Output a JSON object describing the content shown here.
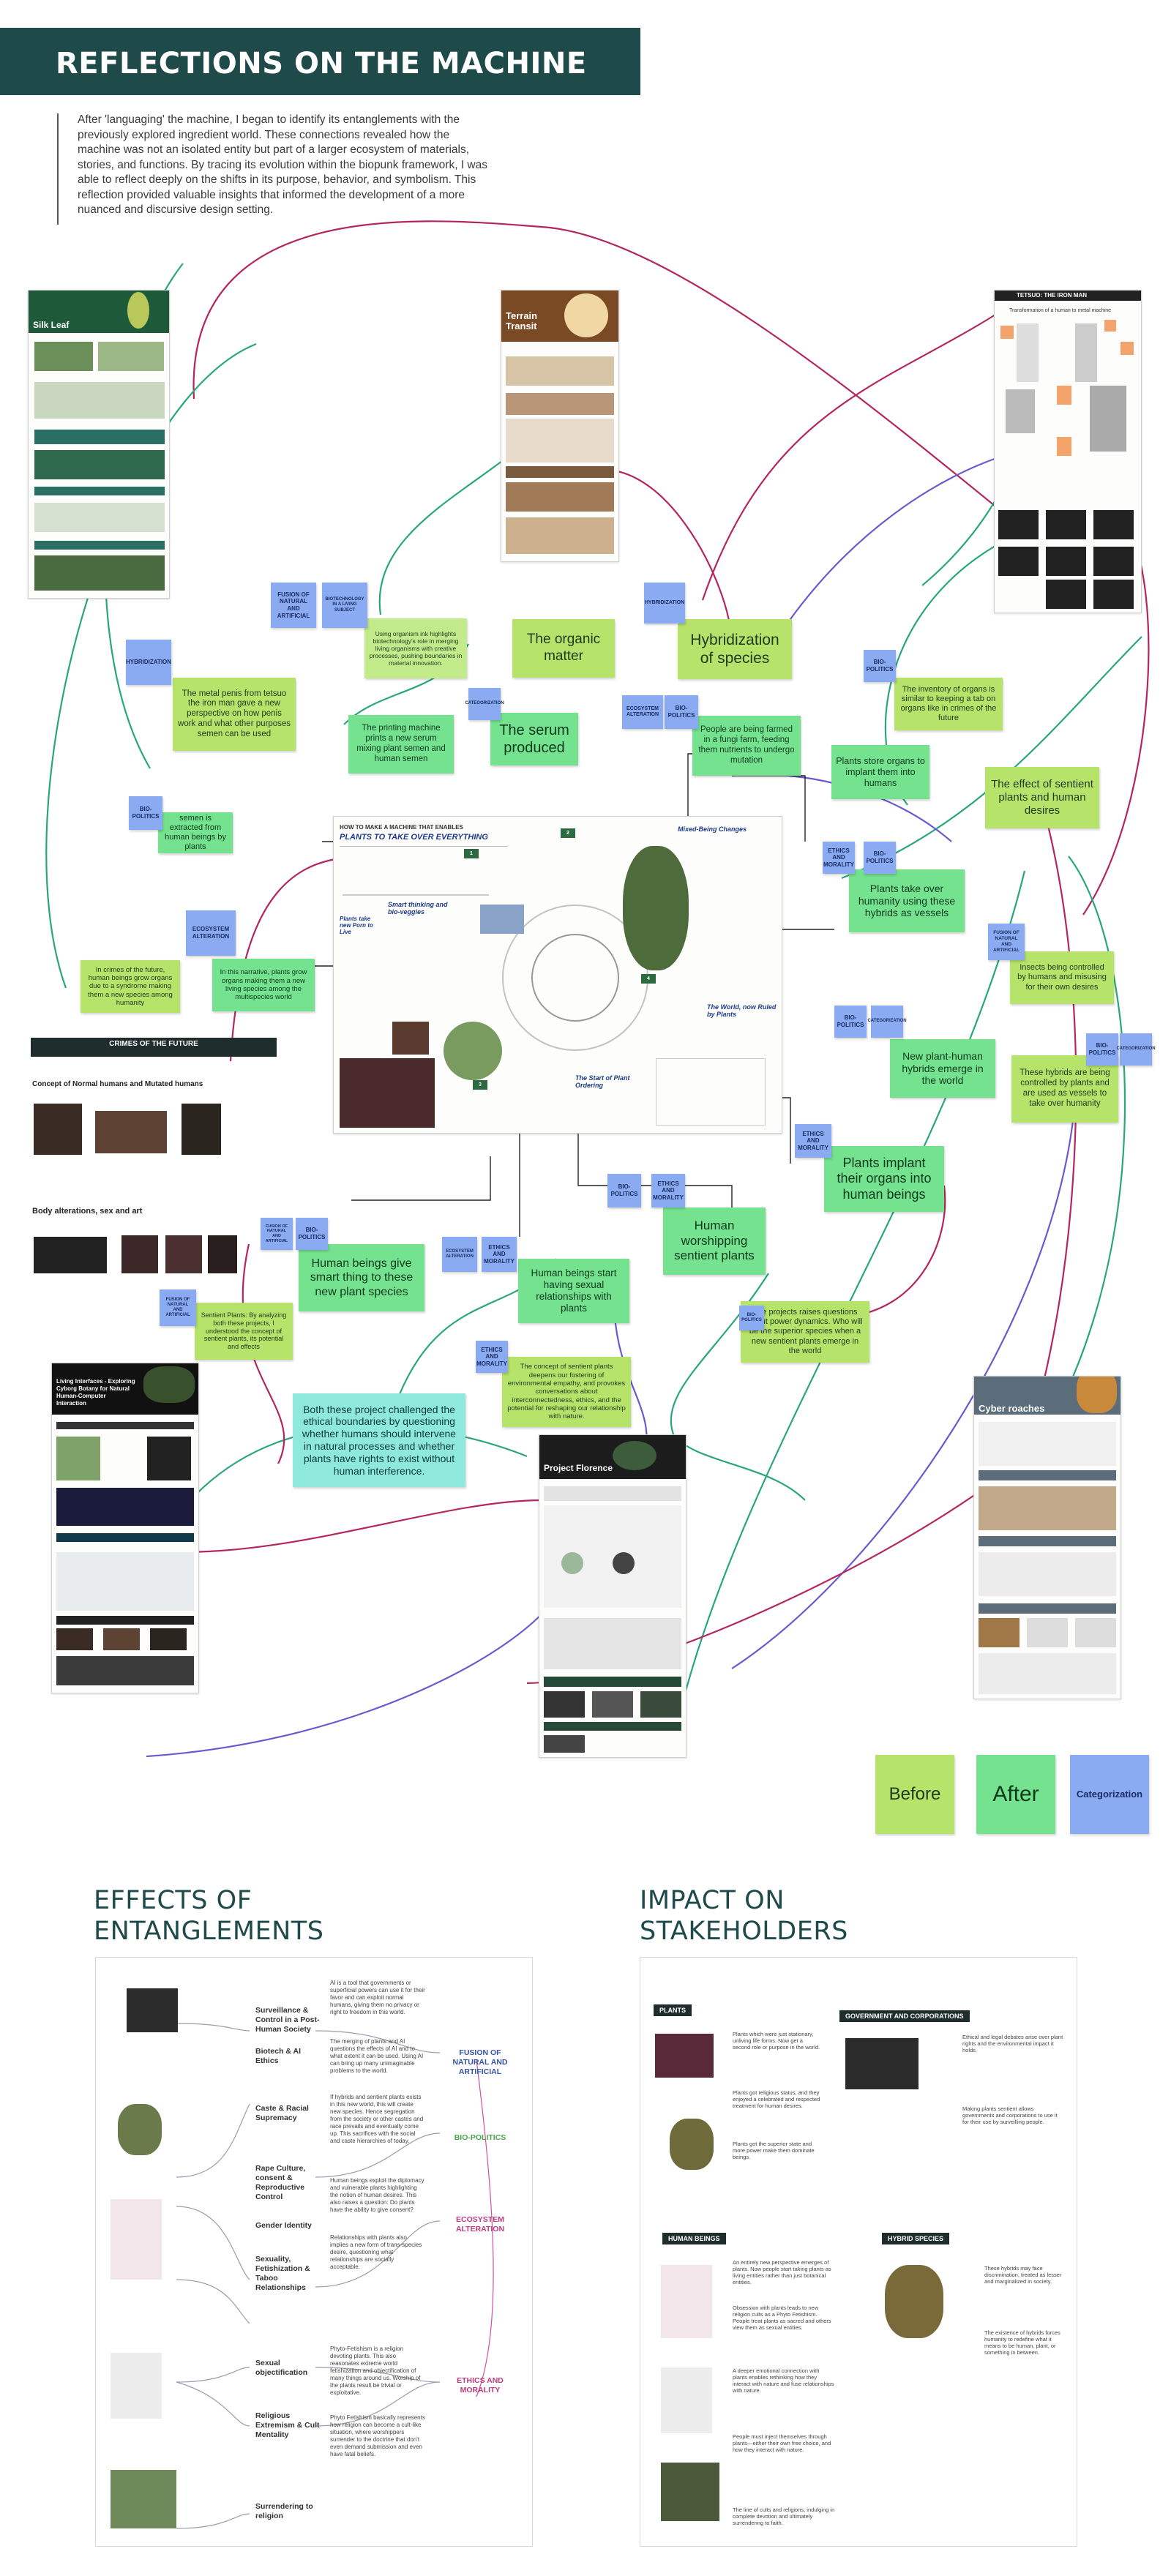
{
  "header": {
    "title": "REFLECTIONS ON THE MACHINE",
    "intro": "After 'languaging' the machine, I began to identify its entanglements with the previously explored ingredient world. These connections revealed how the machine was not an isolated entity but part of a larger ecosystem of materials, stories, and functions. By tracing its evolution within the biopunk framework, I was able to reflect deeply on the shifts in its purpose, behavior, and symbolism. This reflection provided valuable insights that informed the development of a more nuanced and discursive design setting."
  },
  "colors": {
    "header_bg": "#1f4a4a",
    "before": "#b6e36a",
    "after": "#74e28f",
    "categorization": "#8aaaf2",
    "teal_note": "#8fe8dc",
    "link_magenta": "#b3265f",
    "link_green": "#2aa77a",
    "link_purple": "#6a5acd"
  },
  "docs": {
    "silk_leaf": "Silk Leaf",
    "terrain_transit": "Terrain Transit",
    "iron_man": "TETSUO: THE IRON MAN",
    "iron_man_sub": "Transformation of a human to metal machine",
    "crimes": "CRIMES OF THE FUTURE",
    "crimes_sub": "Concept of Normal humans and Mutated humans",
    "body_alt": "Body alterations, sex and art",
    "living_interfaces": "Living Interfaces - Exploring Cyborg Botany for Natural Human-Computer Interaction",
    "project_florence": "Project Florence",
    "cyber_roaches": "Cyber roaches",
    "machine_title": "PLANTS TO TAKE OVER EVERYTHING",
    "machine_kicker": "HOW TO MAKE A MACHINE THAT ENABLES",
    "mixed_being": "Mixed-Being Changes",
    "smart_thinking": "Smart thinking and bio-veggies",
    "world_ruled": "The World, now Ruled by Plants",
    "start_plant": "The Start of Plant Ordering",
    "plants_new_porn": "Plants take new Porn to Live"
  },
  "notes": {
    "metal_penis": "The metal penis from tetsuo the iron man gave a new perspective on how penis work and what other purposes semen can be used",
    "printing_machine": "The printing machine prints a new serum mixing plant semen and human semen",
    "organic_matter": "The organic matter",
    "hybridization": "Hybridization of species",
    "serum_produced": "The serum produced",
    "semen_extracted": "semen is extracted from human beings by plants",
    "organic_ink": "Using organism ink highlights biotechnology's role in merging living organisms with creative processes, pushing boundaries in material innovation.",
    "farmed_fungi": "People are being farmed in a fungi farm, feeding them nutrients to undergo mutation",
    "inventory_organs": "The inventory of organs is similar to keeping a tab on organs like in crimes of the future",
    "store_organs": "Plants store organs to implant them into humans",
    "effect_sentient": "The effect of sentient plants and human desires",
    "take_over": "Plants take over humanity using these hybrids as vessels",
    "insects_controlled": "Insects being controlled by humans and misusing for their own desires",
    "hybrids_controlled": "These hybrids are being controlled by plants and are used as vessels to take over humanity",
    "new_hybrids": "New plant-human hybrids emerge in the world",
    "implant_organs": "Plants implant their organs into human beings",
    "crimes_future_note": "In crimes of the future, human beings grow organs due to a syndrome making them a new species among humanity",
    "organs_narrative": "In this narrative, plants grow organs making them a new living species among the multispecies world",
    "smart_thing": "Human beings give smart thing to these new plant species",
    "sexual_relationships": "Human beings start having sexual relationships with plants",
    "worshipping": "Human worshipping sentient plants",
    "power_dynamics": "The projects raises questions about power dynamics. Who will be the superior species when a new sentient plants emerge in the world",
    "sentient_plants_note": "Sentient Plants: By analyzing both these projects, I understood the concept of sentient plants, its potential and effects",
    "concept_sentient": "The concept of sentient plants deepens our fostering of environmental empathy, and provokes conversations about interconnectedness, ethics, and the potential for reshaping our relationship with nature.",
    "both_projects": "Both these project challenged the ethical boundaries by questioning whether humans should intervene in natural processes and whether plants have rights to exist without human interference."
  },
  "cats": {
    "hybridization": "HYBRIDIZATION",
    "fusion": "FUSION OF NATURAL AND ARTIFICIAL",
    "biotech_ink": "BIOTECHNOLOGY IN A LIVING SUBJECT",
    "hybridization2": "HYBRIDIZATION",
    "biopolitics": "BIO-POLITICS",
    "eco_alteration": "ECOSYSTEM ALTERATION",
    "ethics_morality": "ETHICS AND MORALITY",
    "categorization": "CATEGORIZATION"
  },
  "legend": {
    "before": "Before",
    "after": "After",
    "categorization": "Categorization"
  },
  "effects": {
    "title": "EFFECTS OF ENTANGLEMENTS",
    "labels": [
      "Surveillance & Control in a Post-Human Society",
      "Biotech & AI Ethics",
      "Caste & Racial Supremacy",
      "Rape Culture, consent & Reproductive Control",
      "Gender Identity",
      "Sexuality, Fetishization & Taboo Relationships",
      "Sexual objectification",
      "Religious Extremism & Cult Mentality",
      "Surrendering to religion"
    ],
    "categories": [
      "FUSION OF NATURAL AND ARTIFICIAL",
      "BIO-POLITICS",
      "ECOSYSTEM ALTERATION",
      "ETHICS AND MORALITY"
    ],
    "descriptions": [
      "AI is a tool that governments or superficial powers can use it for their favor and can exploit normal humans, giving them no privacy or right to freedom in this world.",
      "The merging of plants and AI questions the effects of AI and to what extent it can be used. Using AI can bring up many unimaginable problems to the world.",
      "If hybrids and sentient plants exists in this new world, this will create new species. Hence segregation from the society or other castes and race prevails and eventually come up. This sacrifices with the social and caste hierarchies of today.",
      "Human beings exploit the diplomacy and vulnerable plants highlighting the notion of human desires. This also raises a question: Do plants have the ability to give consent?",
      "Relationships with plants also implies a new form of trans-species desire, questioning what relationships are socially acceptable.",
      "Phyto-Fetishism is a religion devoting plants. This also reasonates extreme world fetishization and objectification of many things around us. Worship of the plants result be trivial or exploitative.",
      "Phyto Fetishism basically represents how religion can become a cult-like situation, where worshippers surrender to the doctrine that don't even demand submission and even have fatal beliefs."
    ]
  },
  "impact": {
    "title": "IMPACT ON STAKEHOLDERS",
    "tags": {
      "plants": "PLANTS",
      "gov": "GOVERNMENT AND CORPORATIONS",
      "humans": "HUMAN BEINGS",
      "hybrid": "HYBRID SPECIES"
    },
    "texts": {
      "plants_1": "Plants which were just stationary, unliving life forms. Now get a second role or purpose in the world.",
      "plants_2": "Plants got religious status, and they enjoyed a celebrated and respected treatment for human desires.",
      "plants_3": "Plants got the superior state and more power make them dominate beings.",
      "gov_1": "Ethical and legal debates arise over plant rights and the environmental impact it holds.",
      "gov_2": "Making plants sentient allows governments and corporations to use it for their use by surveilling people.",
      "humans_1": "An entirely new perspective emerges of plants. Now people start taking plants as living entities rather than just botanical entities.",
      "humans_2": "Obsession with plants leads to new religion cults as a Phyto Fetishism. People treat plants as sacred and others view them as sexual entities.",
      "humans_3": "A deeper emotional connection with plants enables rethinking how they interact with nature and fuse relationships with nature.",
      "humans_4": "People must inject themselves through plants—either their own free choice, and how they interact with nature.",
      "humans_5": "The line of cults and religions, indulging in complete devotion and ultimately surrendering to faith.",
      "hybrid_1": "These hybrids may face discrimination, treated as lesser and marginalized in society.",
      "hybrid_2": "The existence of hybrids forces humanity to redefine what it means to be human, plant, or something in between."
    }
  }
}
